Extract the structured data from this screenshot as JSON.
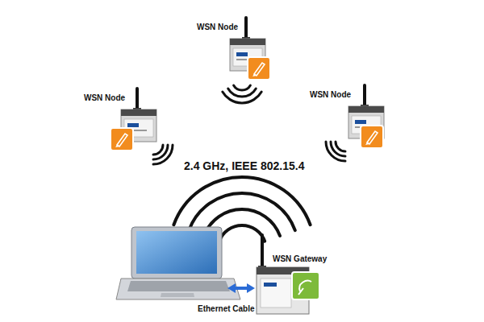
{
  "diagram": {
    "nodes": [
      {
        "text": [
          "WSN Node"
        ]
      },
      {
        "text": [
          "WSN Node"
        ]
      },
      {
        "text": [
          "WSN Node"
        ]
      },
      {
        "text": [
          "WSN Gateway"
        ]
      }
    ],
    "labels": [
      "2.4 GHz, IEEE 802.15.4",
      "Ethernet Cable"
    ]
  }
}
